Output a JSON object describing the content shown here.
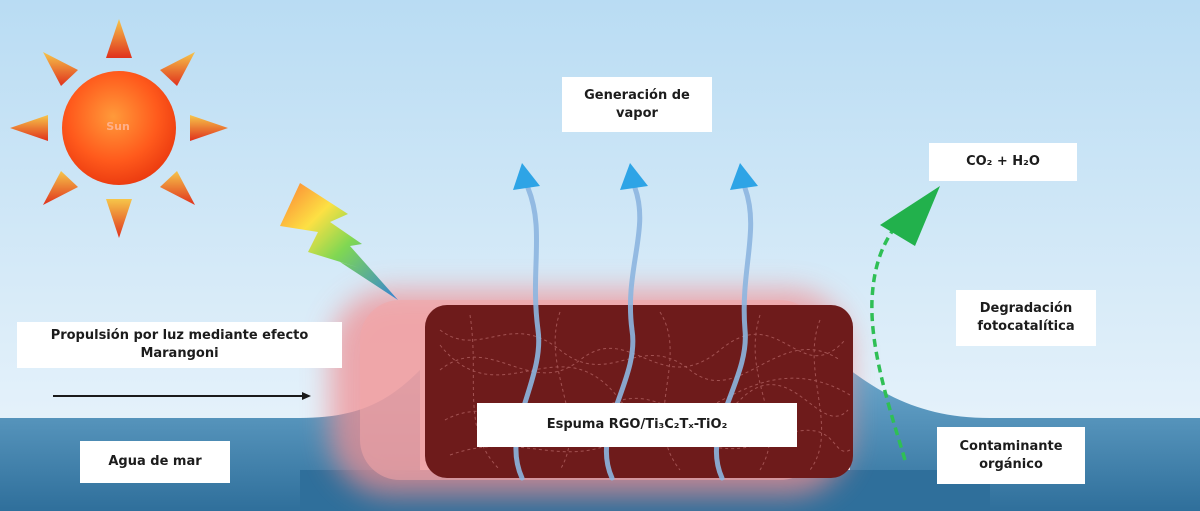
{
  "sun": {
    "label": "Sun"
  },
  "labels": {
    "vapor": {
      "line1": "Generación de",
      "line2": "vapor"
    },
    "co2": {
      "text": "CO₂ + H₂O"
    },
    "marangoni": {
      "line1": "Propulsión por luz mediante efecto",
      "line2": "Marangoni"
    },
    "degradation": {
      "line1": "Degradación",
      "line2": "fotocatalítica"
    },
    "foam": {
      "text": "Espuma RGO/Ti₃C₂Tₓ-TiO₂"
    },
    "seawater": {
      "text": "Agua de mar"
    },
    "pollutant": {
      "line1": "Contaminante",
      "line2": "orgánico"
    }
  },
  "colors": {
    "sky_top": "#b9dcf3",
    "sky_bottom": "#e8f3fb",
    "sea_top": "#5e9fc6",
    "sea_bottom": "#2d6f9c",
    "sun_core": "#ff4a16",
    "sun_ray": "#f5a020",
    "foam": "#6e1b1b",
    "foam_glow": "#f08e92",
    "vapor_arrow": "#7fb0e3",
    "vapor_head": "#2ea4e6",
    "degradation_arrow": "#22b14c"
  }
}
